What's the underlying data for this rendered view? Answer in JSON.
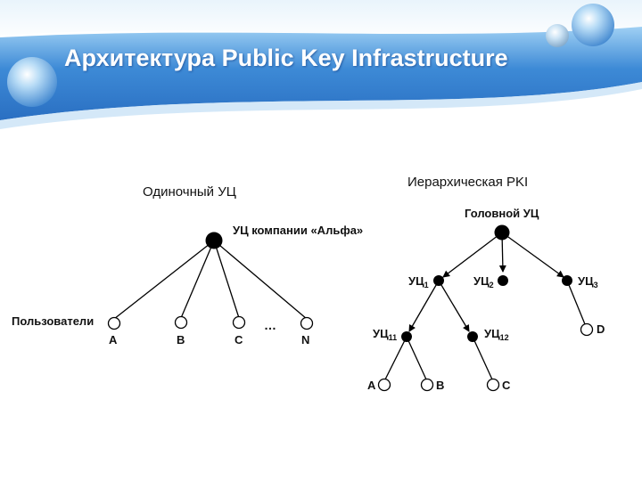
{
  "slide": {
    "title": "Архитектура Public Key Infrastructure",
    "colors": {
      "banner": "#2f7fd0",
      "banner_light": "#8ec2ee",
      "node": "#000000"
    }
  },
  "single": {
    "caption": "Одиночный УЦ",
    "root_label": "УЦ компании «Альфа»",
    "users_label": "Пользователи",
    "leaves": [
      "A",
      "B",
      "C",
      "N"
    ],
    "ellipsis": "…"
  },
  "hier": {
    "caption": "Иерархическая PKI",
    "root_label": "Головной УЦ",
    "ca1": {
      "base": "УЦ",
      "sub": "1"
    },
    "ca2": {
      "base": "УЦ",
      "sub": "2"
    },
    "ca3": {
      "base": "УЦ",
      "sub": "3"
    },
    "ca11": {
      "base": "УЦ",
      "sub": "11"
    },
    "ca12": {
      "base": "УЦ",
      "sub": "12"
    },
    "leaves": [
      "A",
      "B",
      "C",
      "D"
    ]
  }
}
